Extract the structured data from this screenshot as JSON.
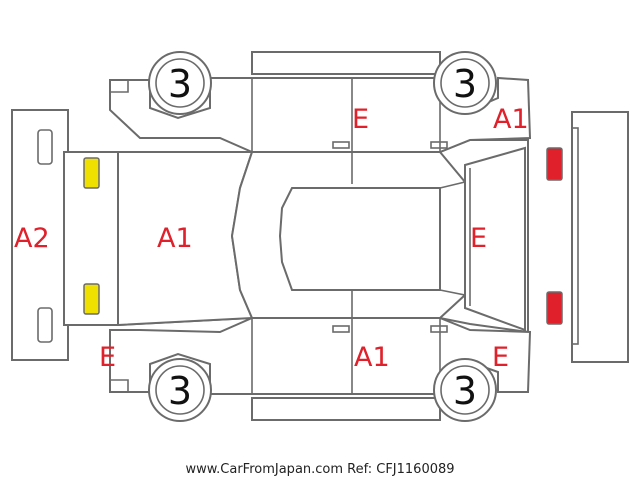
{
  "wheels": {
    "front_left": "3",
    "front_right": "3",
    "rear_left": "3",
    "rear_right": "3"
  },
  "damage_codes": {
    "front_bumper": "A2",
    "hood": "A1",
    "front_left_fender": "E",
    "left_front_door": "A1",
    "left_rear_quarter": "E",
    "right_front_door": "E",
    "right_rear_quarter": "A1",
    "trunk": "E"
  },
  "marks": {
    "headlight_color": "#f0e000",
    "taillight_color": "#e0202a"
  },
  "footer": {
    "source_text": "www.CarFromJapan.com Ref: CFJ1160089"
  }
}
